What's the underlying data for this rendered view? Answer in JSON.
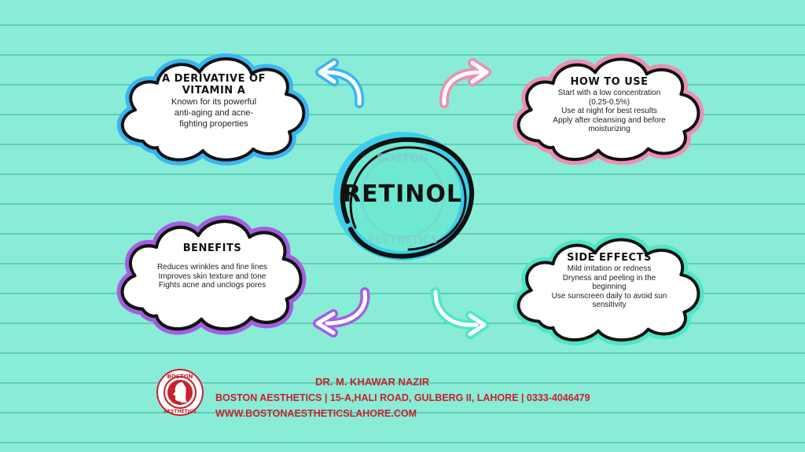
{
  "center": {
    "title": "RETINOL",
    "watermark_top": "BOSTON",
    "watermark_bottom": "AESTHETICS",
    "ring_color": "#3cd0ea"
  },
  "clouds": [
    {
      "id": "derivative",
      "title_lines": [
        "A DERIVATIVE OF",
        "VITAMIN A"
      ],
      "body_lines": [
        "Known for its powerful",
        "anti-aging and acne-",
        "fighting properties"
      ],
      "border_color": "#3bb4f2"
    },
    {
      "id": "how-to-use",
      "title_lines": [
        "HOW TO USE"
      ],
      "body_lines": [
        "Start with a low concentration",
        "(0.25-0.5%)",
        "Use at night for best results",
        "Apply after cleansing and before",
        "moisturizing"
      ],
      "border_color": "#ee8eb4"
    },
    {
      "id": "benefits",
      "title_lines": [
        "BENEFITS"
      ],
      "body_lines": [
        "Reduces wrinkles and fine lines",
        "Improves skin texture and tone",
        "Fights acne and unclogs pores"
      ],
      "border_color": "#a45ee0"
    },
    {
      "id": "side-effects",
      "title_lines": [
        "SIDE EFFECTS"
      ],
      "body_lines": [
        "Mild irritation or redness",
        "Dryness and peeling in the",
        "beginning",
        "Use sunscreen daily to avoid sun",
        "sensitivity"
      ],
      "border_color": "#4fe6c6"
    }
  ],
  "arrows": [
    {
      "id": "to-derivative",
      "color": "#3bb4f2"
    },
    {
      "id": "to-how-to-use",
      "color": "#ee8eb4"
    },
    {
      "id": "to-benefits",
      "color": "#a45ee0"
    },
    {
      "id": "to-side-effects",
      "color": "#4fe6c6"
    }
  ],
  "footer": {
    "logo_top": "BOSTON",
    "logo_bottom": "AESTHETICS",
    "doctor": "DR. M. KHAWAR NAZIR",
    "address": "BOSTON AESTHETICS | 15-A,HALI ROAD, GULBERG II, LAHORE | 0333-4046479",
    "website": "WWW.BOSTONAESTHETICSLAHORE.COM",
    "color": "#c8212f"
  },
  "background": {
    "color": "#88ecd6",
    "line_color": "#63cdb8"
  }
}
